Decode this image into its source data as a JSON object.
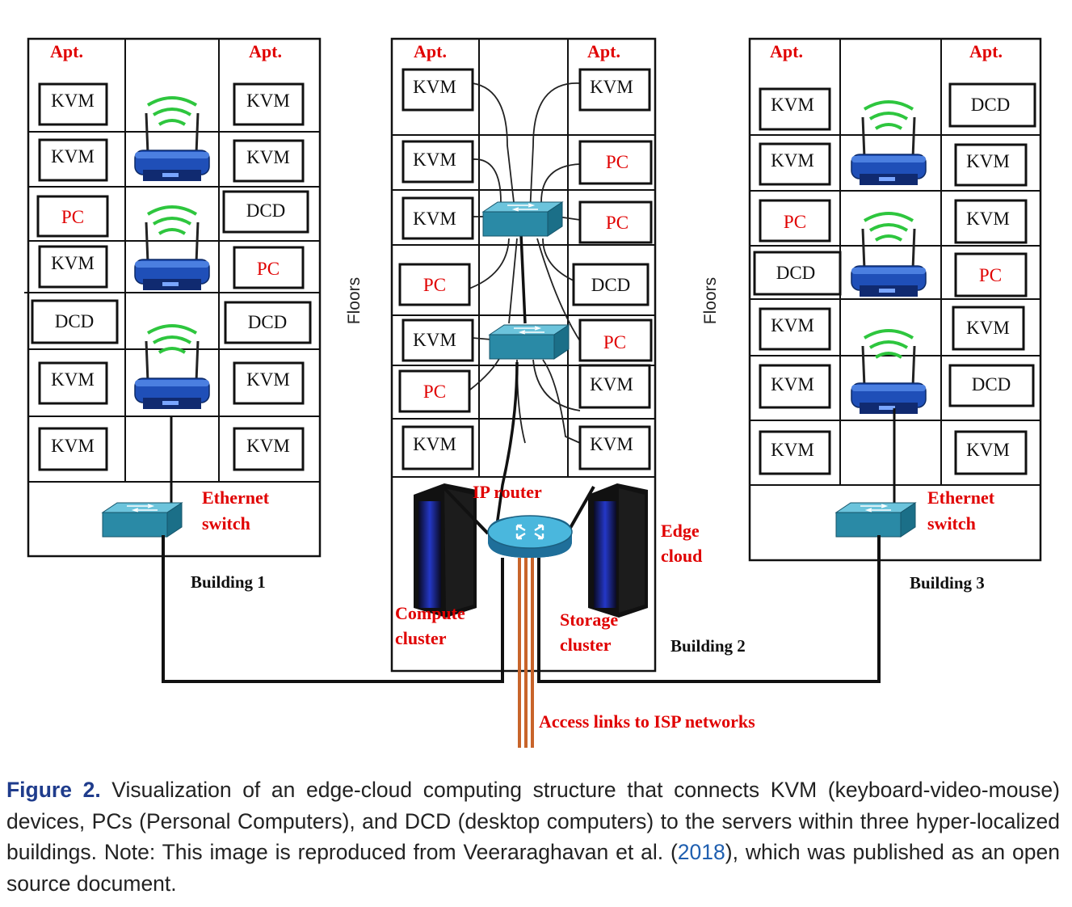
{
  "colors": {
    "red": "#e00000",
    "switch": "#2a8aa6",
    "router": "#3fa9cf",
    "cable": "#c8642a"
  },
  "buildings": [
    {
      "label": "Building 1",
      "apt_left": "Apt.",
      "apt_right": "Apt.",
      "devices": [
        {
          "text": "KVM",
          "kind": "black"
        },
        {
          "text": "KVM",
          "kind": "black"
        },
        {
          "text": "KVM",
          "kind": "black"
        },
        {
          "text": "KVM",
          "kind": "black"
        },
        {
          "text": "PC",
          "kind": "red"
        },
        {
          "text": "DCD",
          "kind": "black"
        },
        {
          "text": "KVM",
          "kind": "black"
        },
        {
          "text": "PC",
          "kind": "red"
        },
        {
          "text": "DCD",
          "kind": "black"
        },
        {
          "text": "DCD",
          "kind": "black"
        },
        {
          "text": "KVM",
          "kind": "black"
        },
        {
          "text": "KVM",
          "kind": "black"
        },
        {
          "text": "KVM",
          "kind": "black"
        },
        {
          "text": "KVM",
          "kind": "black"
        }
      ],
      "switch_label": [
        "Ethernet",
        "switch"
      ]
    },
    {
      "label": "Building 2",
      "apt_left": "Apt.",
      "apt_right": "Apt.",
      "devices": [
        {
          "text": "KVM",
          "kind": "black"
        },
        {
          "text": "KVM",
          "kind": "black"
        },
        {
          "text": "KVM",
          "kind": "black"
        },
        {
          "text": "PC",
          "kind": "red"
        },
        {
          "text": "KVM",
          "kind": "black"
        },
        {
          "text": "PC",
          "kind": "red"
        },
        {
          "text": "PC",
          "kind": "red"
        },
        {
          "text": "DCD",
          "kind": "black"
        },
        {
          "text": "KVM",
          "kind": "black"
        },
        {
          "text": "PC",
          "kind": "red"
        },
        {
          "text": "PC",
          "kind": "red"
        },
        {
          "text": "KVM",
          "kind": "black"
        },
        {
          "text": "KVM",
          "kind": "black"
        },
        {
          "text": "KVM",
          "kind": "black"
        }
      ],
      "router_label": "IP router",
      "edge_label": [
        "Edge",
        "cloud"
      ],
      "compute_label": [
        "Compute",
        "cluster"
      ],
      "storage_label": [
        "Storage",
        "cluster"
      ]
    },
    {
      "label": "Building 3",
      "apt_left": "Apt.",
      "apt_right": "Apt.",
      "devices": [
        {
          "text": "KVM",
          "kind": "black"
        },
        {
          "text": "DCD",
          "kind": "black"
        },
        {
          "text": "KVM",
          "kind": "black"
        },
        {
          "text": "KVM",
          "kind": "black"
        },
        {
          "text": "PC",
          "kind": "red"
        },
        {
          "text": "KVM",
          "kind": "black"
        },
        {
          "text": "DCD",
          "kind": "black"
        },
        {
          "text": "PC",
          "kind": "red"
        },
        {
          "text": "KVM",
          "kind": "black"
        },
        {
          "text": "KVM",
          "kind": "black"
        },
        {
          "text": "KVM",
          "kind": "black"
        },
        {
          "text": "DCD",
          "kind": "black"
        },
        {
          "text": "KVM",
          "kind": "black"
        },
        {
          "text": "KVM",
          "kind": "black"
        }
      ],
      "switch_label": [
        "Ethernet",
        "switch"
      ]
    }
  ],
  "floors_label": "Floors",
  "access_label": "Access links to ISP networks",
  "caption": {
    "figure": "Figure 2.",
    "text_before": " Visualization of an edge-cloud computing structure that connects KVM (keyboard-video-mouse) devices, PCs (Personal Computers), and DCD (desktop computers) to the servers within three hyper-localized buildings. Note: This image is reproduced from Veeraraghavan et al. (",
    "ref": "2018",
    "text_after": "), which was published as an open source document."
  }
}
